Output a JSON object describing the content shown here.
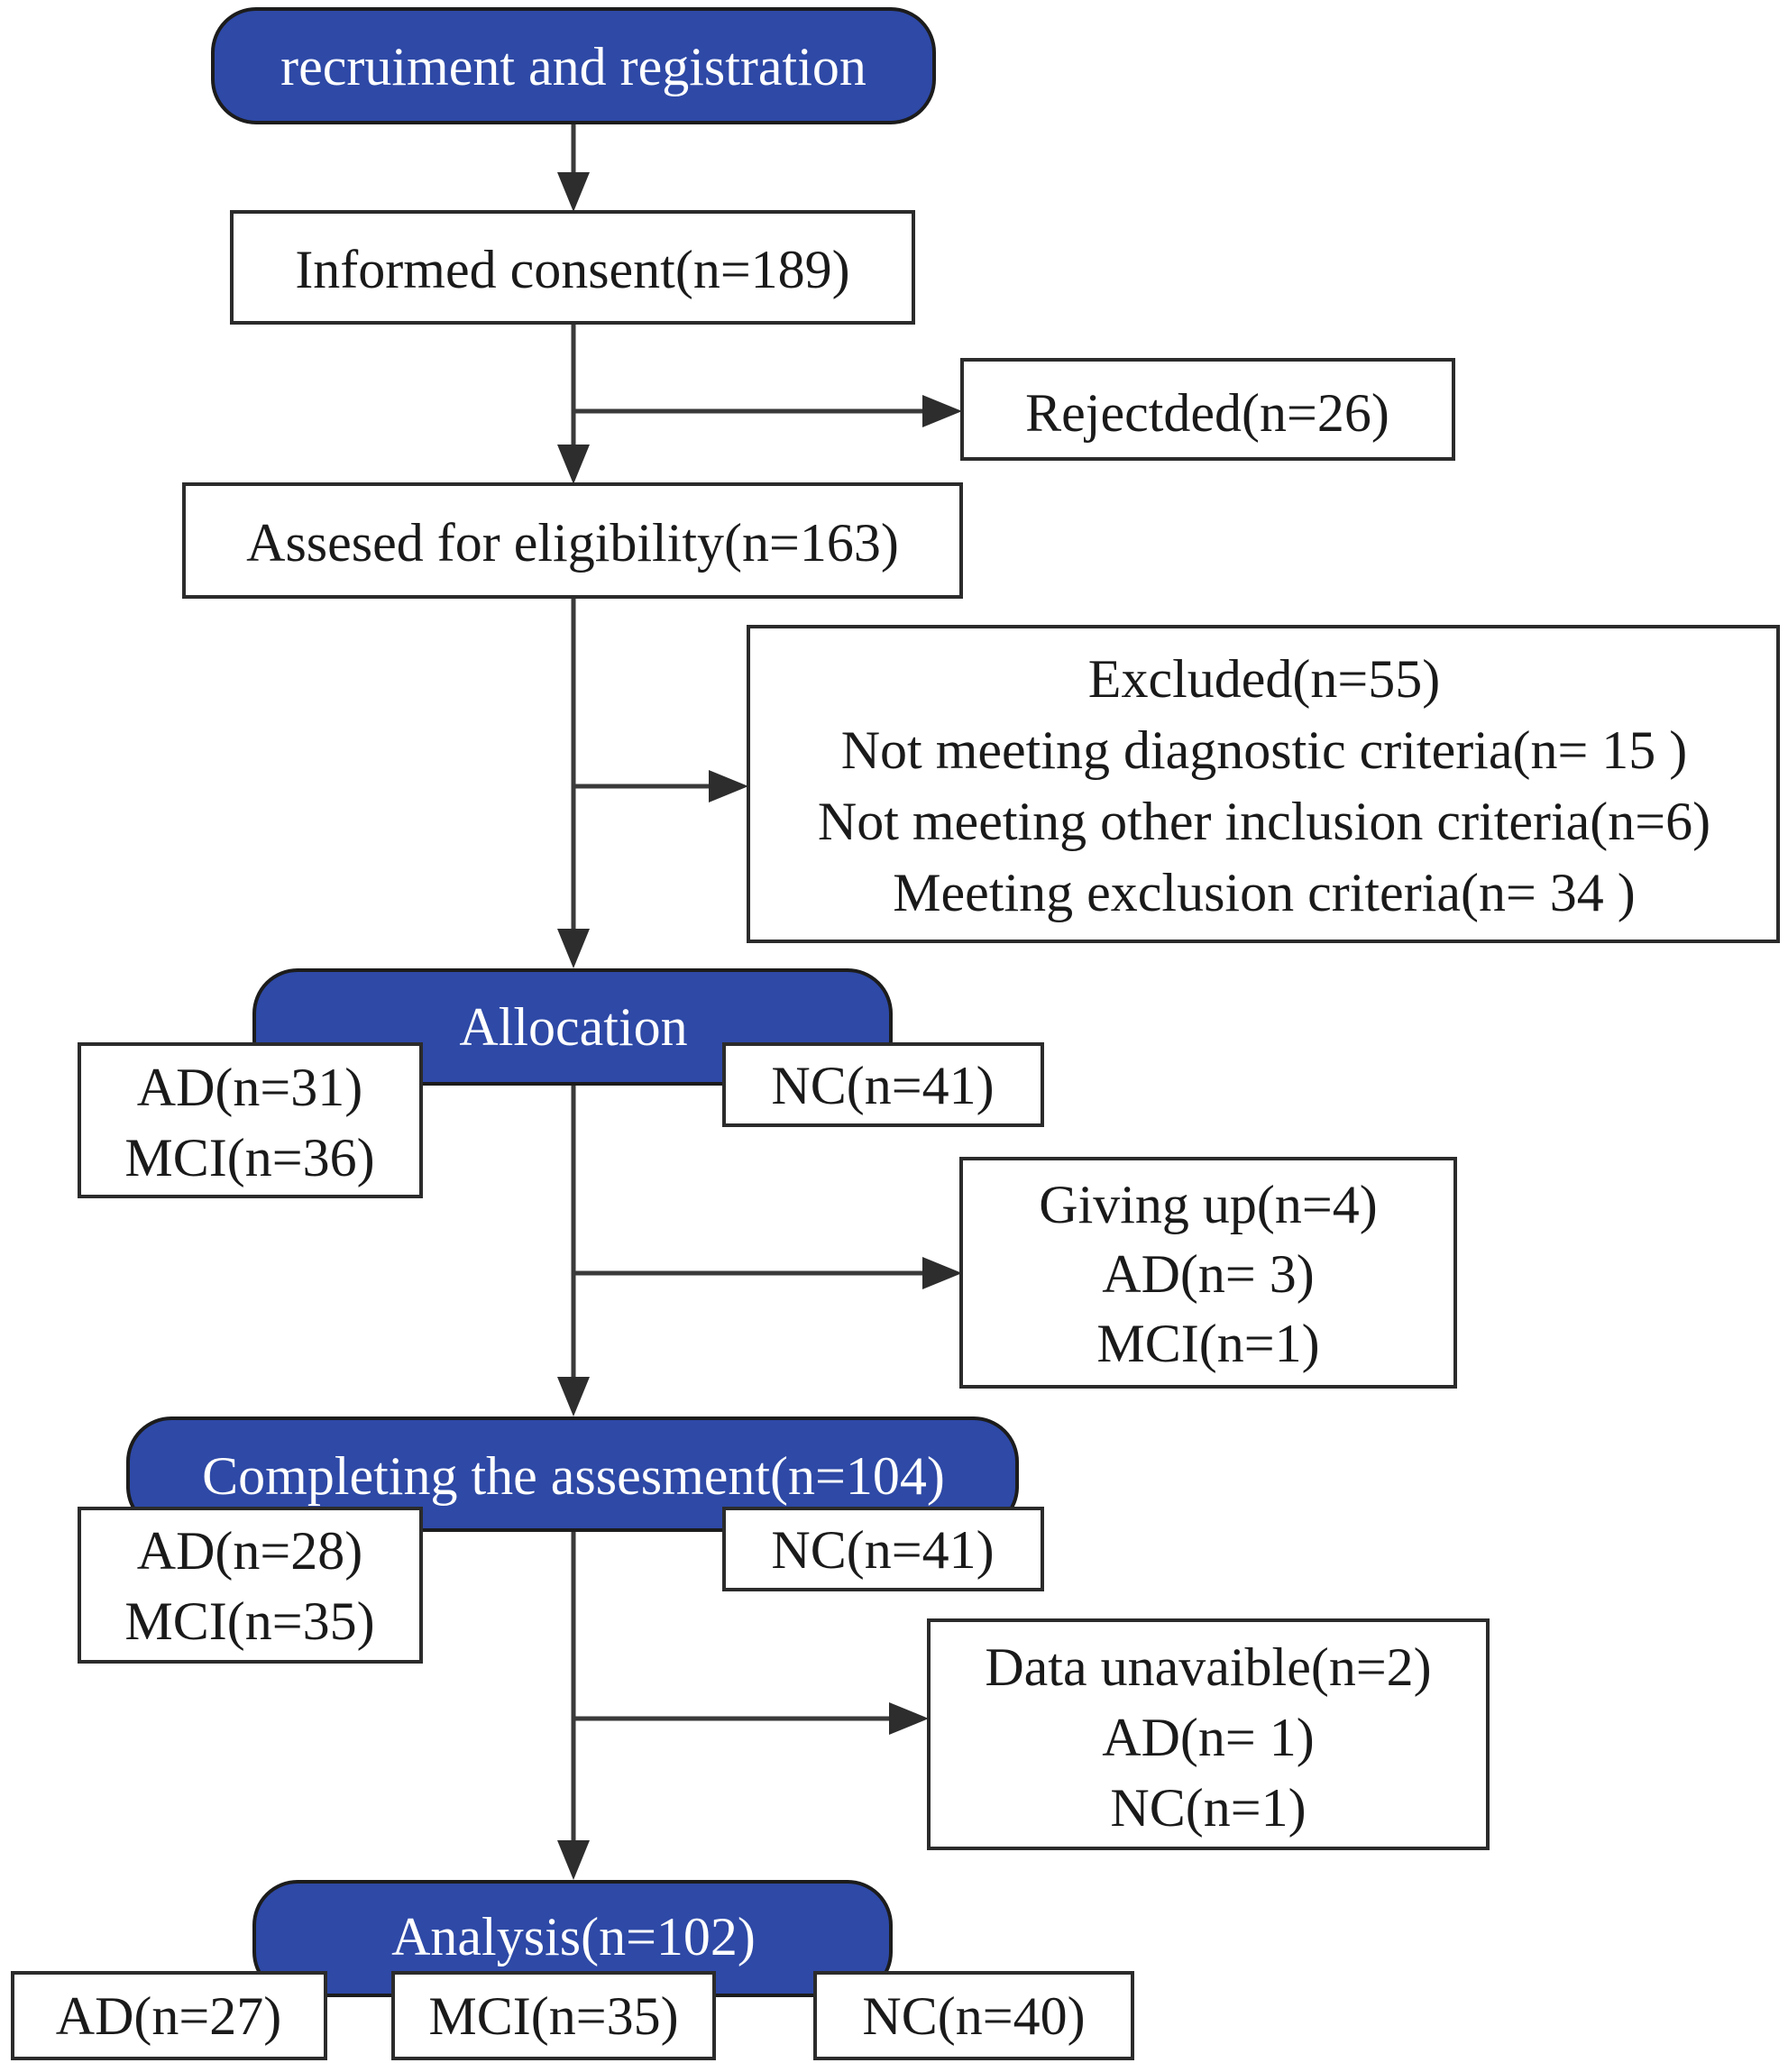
{
  "recruitment": {
    "label": "recruiment and registration"
  },
  "consent": {
    "label": "Informed consent(n=189)"
  },
  "rejected": {
    "label": "Rejectded(n=26)"
  },
  "eligibility": {
    "label": "Assesed for eligibility(n=163)"
  },
  "excluded": {
    "lines": [
      "Excluded(n=55)",
      "Not meeting diagnostic criteria(n= 15  )",
      "Not meeting other inclusion criteria(n=6)",
      "Meeting exclusion criteria(n= 34  )"
    ]
  },
  "allocation": {
    "label": "Allocation",
    "left_lines": [
      "AD(n=31)",
      "MCI(n=36)"
    ],
    "right": "NC(n=41)"
  },
  "giving_up": {
    "lines": [
      "Giving up(n=4)",
      "AD(n= 3)",
      "MCI(n=1)"
    ]
  },
  "completing": {
    "label": "Completing the assesment(n=104)",
    "left_lines": [
      "AD(n=28)",
      "MCI(n=35)"
    ],
    "right": "NC(n=41)"
  },
  "data_unavailable": {
    "lines": [
      "Data unavaible(n=2)",
      "AD(n= 1)",
      "NC(n=1)"
    ]
  },
  "analysis": {
    "label": "Analysis(n=102)",
    "ad": "AD(n=27)",
    "mci": "MCI(n=35)",
    "nc": "NC(n=40)"
  },
  "colors": {
    "pill_fill": "#2e49a6",
    "line": "#3a3a3a",
    "border": "#2b2b2b"
  }
}
